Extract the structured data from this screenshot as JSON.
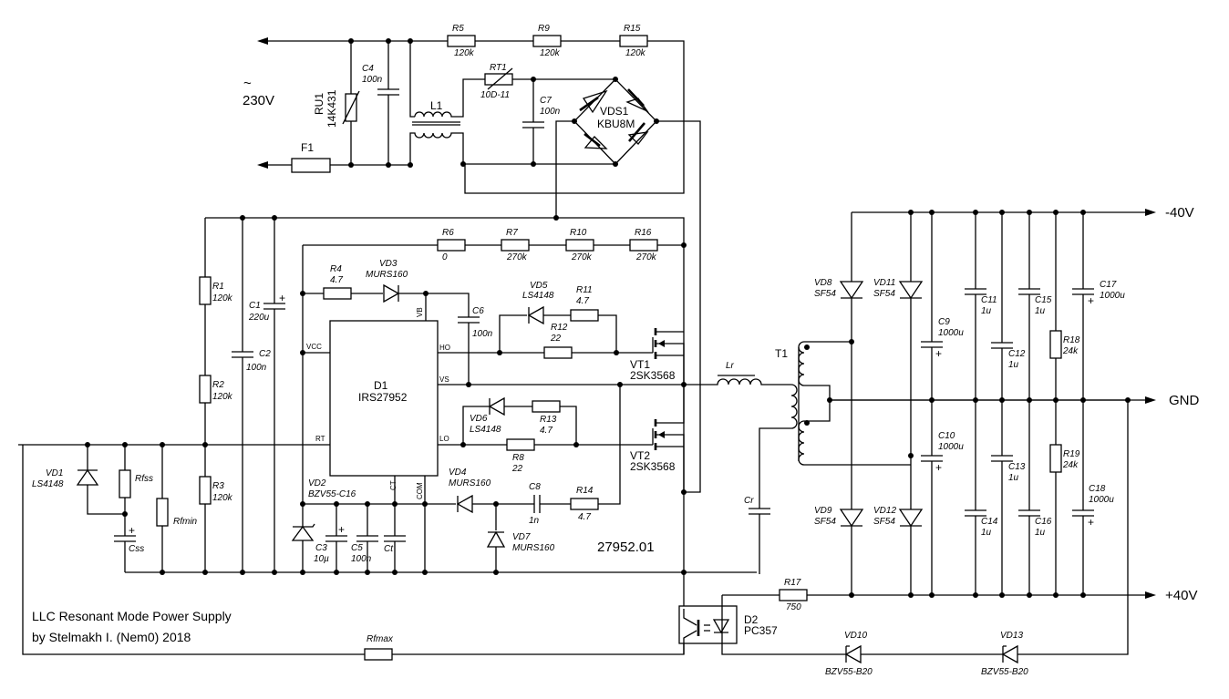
{
  "title": {
    "line1": "LLC Resonant Mode Power Supply",
    "line2": "by Stelmakh I. (Nem0) 2018"
  },
  "board_id": "27952.01",
  "ports": {
    "ac": "230V",
    "ac_symbol": "~",
    "neg": "-40V",
    "gnd": "GND",
    "pos": "+40V"
  },
  "ic": {
    "ref": "D1",
    "part": "IRS27952",
    "pins": {
      "vcc": "VCC",
      "vb": "VB",
      "ho": "HO",
      "vs": "VS",
      "lo": "LO",
      "rt": "RT",
      "ct": "CT",
      "com": "COM"
    }
  },
  "components": {
    "F1": {
      "ref": "F1"
    },
    "RU1": {
      "ref": "RU1",
      "value": "14K431"
    },
    "C4": {
      "ref": "C4",
      "value": "100n"
    },
    "L1": {
      "ref": "L1"
    },
    "R5": {
      "ref": "R5",
      "value": "120k"
    },
    "R9": {
      "ref": "R9",
      "value": "120k"
    },
    "R15": {
      "ref": "R15",
      "value": "120k"
    },
    "RT1": {
      "ref": "RT1",
      "value": "10D-11"
    },
    "C7": {
      "ref": "C7",
      "value": "100n"
    },
    "VDS1": {
      "ref": "VDS1",
      "value": "KBU8M"
    },
    "R1": {
      "ref": "R1",
      "value": "120k"
    },
    "R2": {
      "ref": "R2",
      "value": "120k"
    },
    "R3": {
      "ref": "R3",
      "value": "120k"
    },
    "C1": {
      "ref": "C1",
      "value": "220u"
    },
    "C2": {
      "ref": "C2",
      "value": "100n"
    },
    "R6": {
      "ref": "R6",
      "value": "0"
    },
    "R7": {
      "ref": "R7",
      "value": "270k"
    },
    "R10": {
      "ref": "R10",
      "value": "270k"
    },
    "R16": {
      "ref": "R16",
      "value": "270k"
    },
    "R4": {
      "ref": "R4",
      "value": "4.7"
    },
    "VD3": {
      "ref": "VD3",
      "value": "MURS160"
    },
    "C6": {
      "ref": "C6",
      "value": "100n"
    },
    "VD5": {
      "ref": "VD5",
      "value": "LS4148"
    },
    "R11": {
      "ref": "R11",
      "value": "4.7"
    },
    "R12": {
      "ref": "R12",
      "value": "22"
    },
    "VT1": {
      "ref": "VT1",
      "value": "2SK3568"
    },
    "VD6": {
      "ref": "VD6",
      "value": "LS4148"
    },
    "R13": {
      "ref": "R13",
      "value": "4.7"
    },
    "R8": {
      "ref": "R8",
      "value": "22"
    },
    "VT2": {
      "ref": "VT2",
      "value": "2SK3568"
    },
    "VD4": {
      "ref": "VD4",
      "value": "MURS160"
    },
    "C8": {
      "ref": "C8",
      "value": "1n"
    },
    "R14": {
      "ref": "R14",
      "value": "4.7"
    },
    "VD7": {
      "ref": "VD7",
      "value": "MURS160"
    },
    "VD2": {
      "ref": "VD2",
      "value": "BZV55-C16"
    },
    "C3": {
      "ref": "C3",
      "value": "10µ"
    },
    "C5": {
      "ref": "C5",
      "value": "100n"
    },
    "Ct": {
      "ref": "Ct"
    },
    "VD1": {
      "ref": "VD1",
      "value": "LS4148"
    },
    "Rfss": {
      "ref": "Rfss"
    },
    "Css": {
      "ref": "Css"
    },
    "Rfmin": {
      "ref": "Rfmin"
    },
    "Rfmax": {
      "ref": "Rfmax"
    },
    "Lr": {
      "ref": "Lr"
    },
    "Cr": {
      "ref": "Cr"
    },
    "T1": {
      "ref": "T1"
    },
    "VD8": {
      "ref": "VD8",
      "value": "SF54"
    },
    "VD11": {
      "ref": "VD11",
      "value": "SF54"
    },
    "VD9": {
      "ref": "VD9",
      "value": "SF54"
    },
    "VD12": {
      "ref": "VD12",
      "value": "SF54"
    },
    "C9": {
      "ref": "C9",
      "value": "1000u"
    },
    "C10": {
      "ref": "C10",
      "value": "1000u"
    },
    "C11": {
      "ref": "C11",
      "value": "1u"
    },
    "C12": {
      "ref": "C12",
      "value": "1u"
    },
    "C13": {
      "ref": "C13",
      "value": "1u"
    },
    "C14": {
      "ref": "C14",
      "value": "1u"
    },
    "C15": {
      "ref": "C15",
      "value": "1u"
    },
    "C16": {
      "ref": "C16",
      "value": "1u"
    },
    "R18": {
      "ref": "R18",
      "value": "24k"
    },
    "R19": {
      "ref": "R19",
      "value": "24k"
    },
    "C17": {
      "ref": "C17",
      "value": "1000u"
    },
    "C18": {
      "ref": "C18",
      "value": "1000u"
    },
    "R17": {
      "ref": "R17",
      "value": "750"
    },
    "D2": {
      "ref": "D2",
      "value": "PC357"
    },
    "VD10": {
      "ref": "VD10",
      "value": "BZV55-B20"
    },
    "VD13": {
      "ref": "VD13",
      "value": "BZV55-B20"
    }
  },
  "symbols": {
    "plus": "+"
  }
}
